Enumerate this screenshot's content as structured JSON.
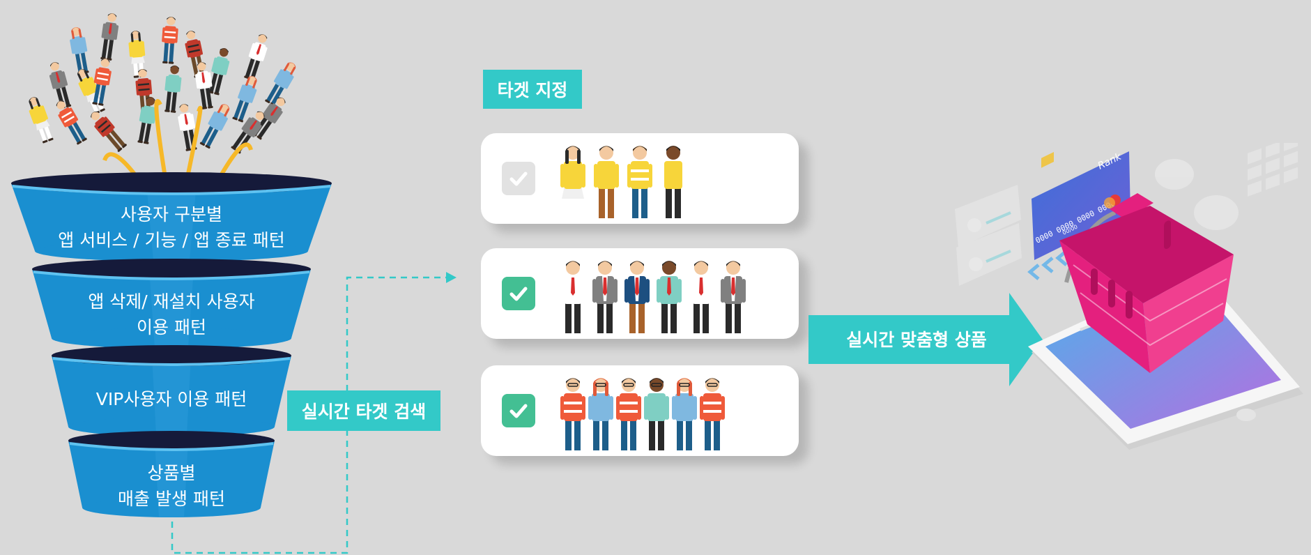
{
  "funnel": {
    "tiers": [
      {
        "line1": "사용자 구분별",
        "line2": "앱 서비스 / 기능 / 앱 종료 패턴"
      },
      {
        "line1": "앱 삭제/ 재설치 사용자",
        "line2": "이용 패턴"
      },
      {
        "line1": "VIP사용자 이용 패턴",
        "line2": ""
      },
      {
        "line1": "상품별",
        "line2": "매출 발생 패턴"
      }
    ]
  },
  "search_label": "실시간 타겟 검색",
  "target_label": "타겟 지정",
  "targets": [
    {
      "checked": false,
      "icon": "casual-people-group"
    },
    {
      "checked": true,
      "icon": "office-workers-group"
    },
    {
      "checked": true,
      "icon": "students-group"
    }
  ],
  "result_label": "실시간 맞춤형 상품",
  "card_image": {
    "brand": "Rank",
    "number": "0000 0000 0000 0000",
    "expiry": "00/00"
  },
  "colors": {
    "teal": "#33c9c8",
    "funnel_blue": "#1a8fd0",
    "funnel_dark": "#151a3a",
    "check_on": "#43bf93",
    "check_off": "#e2e2e2",
    "basket_pink": "#e4207e"
  }
}
